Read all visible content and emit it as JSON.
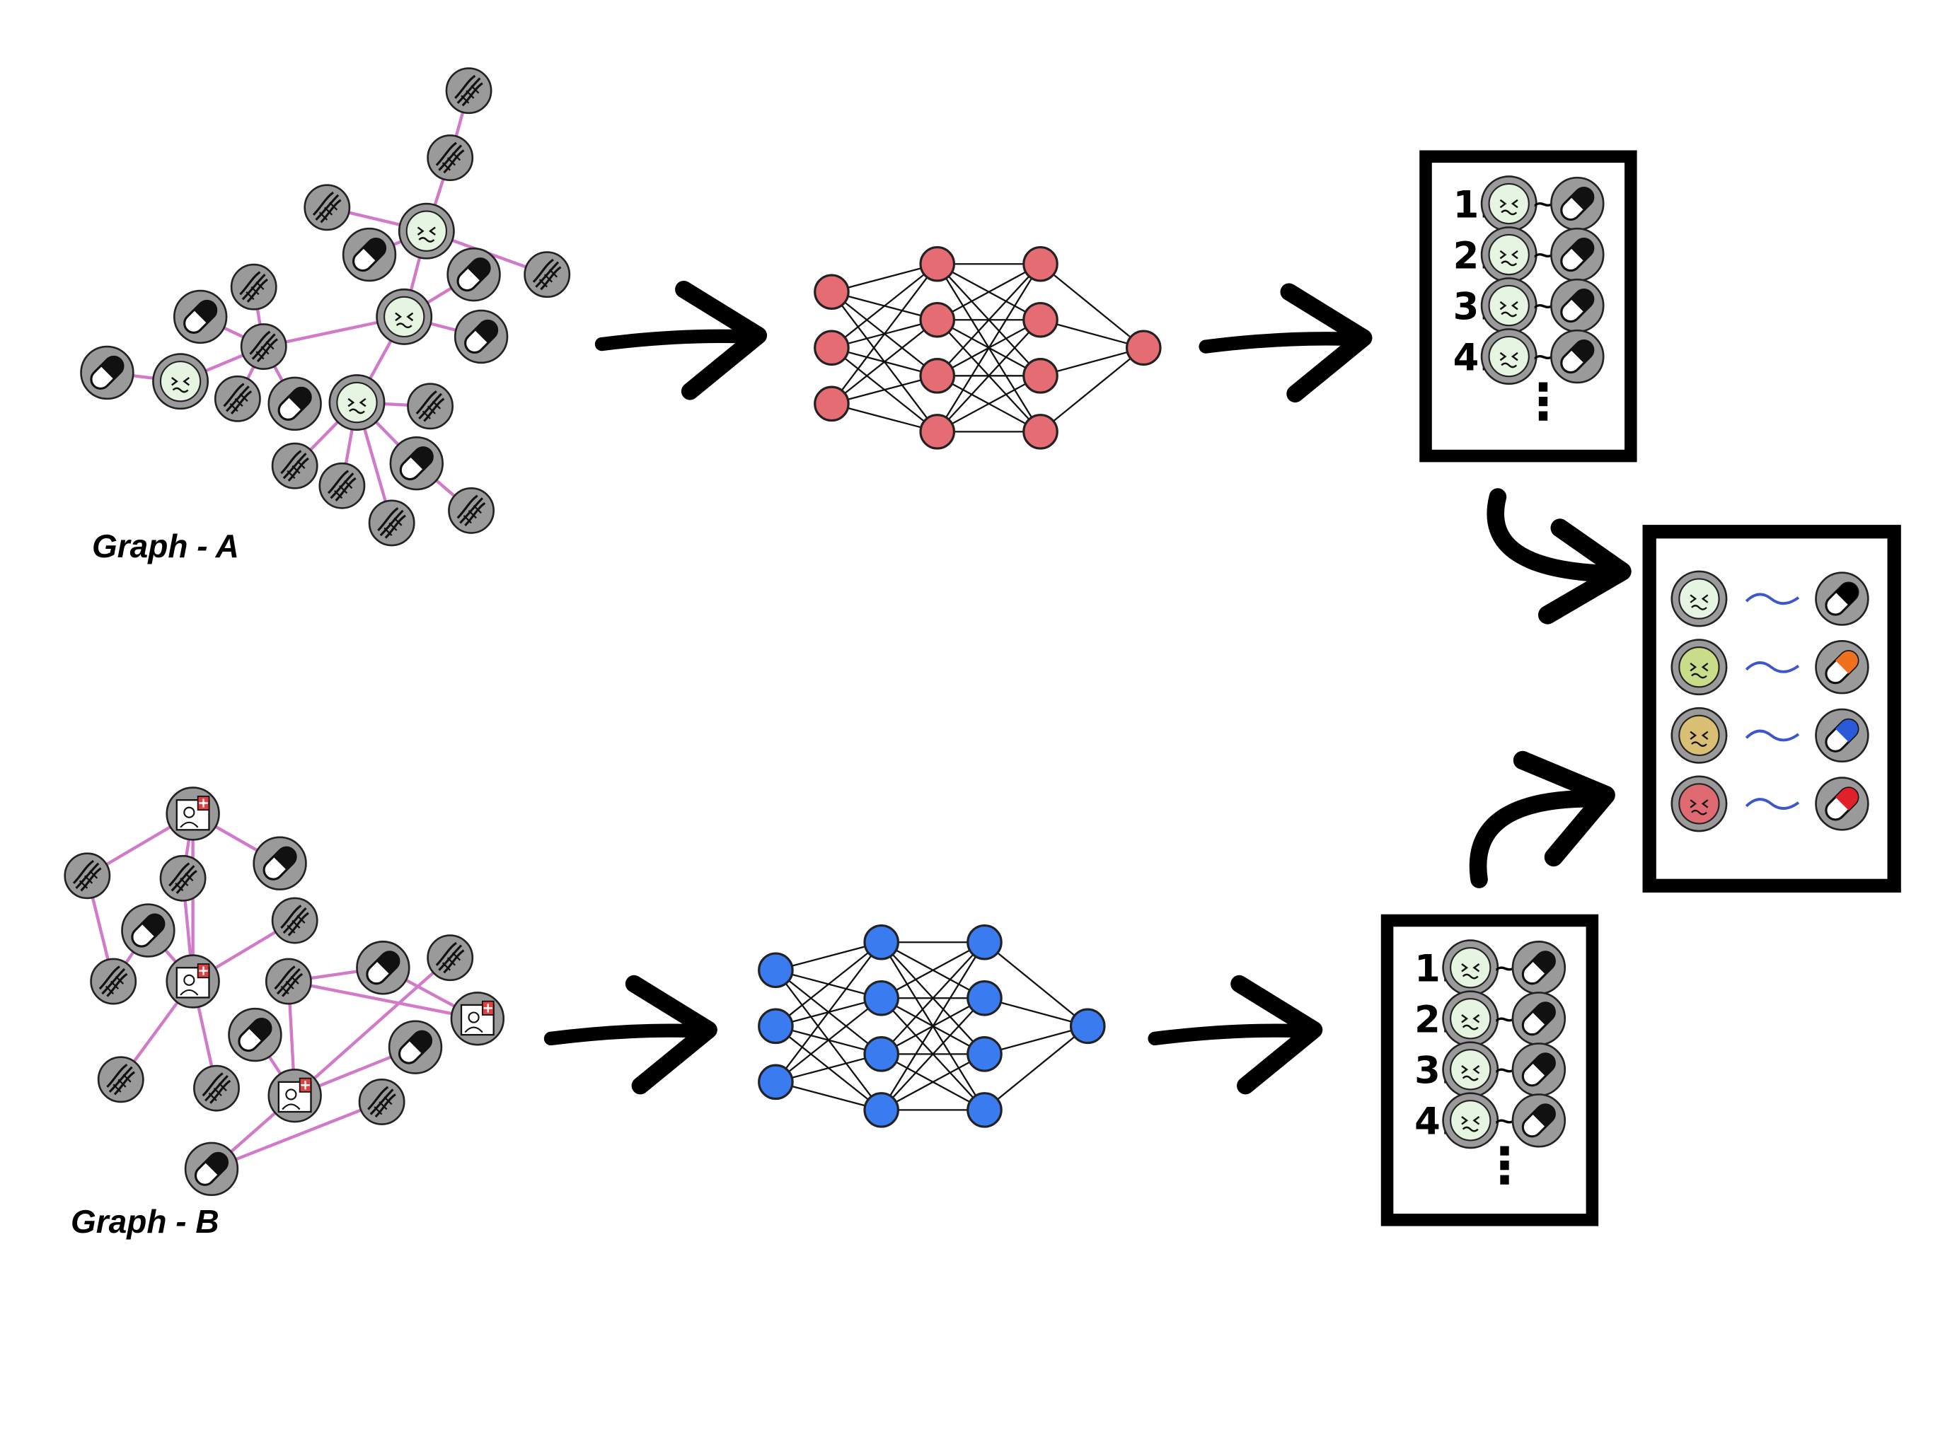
{
  "graph_a": {
    "label": "Graph - A"
  },
  "graph_b": {
    "label": "Graph - B"
  },
  "ranked_list_a": {
    "items": [
      "1.",
      "2.",
      "3.",
      "4."
    ],
    "more": "⋮"
  },
  "ranked_list_b": {
    "items": [
      "1.",
      "2.",
      "3.",
      "4."
    ],
    "more": "⋮"
  },
  "final_table": {
    "rows": [
      {
        "face": "#e6f4e2",
        "pill": "#000000"
      },
      {
        "face": "#c9dc8a",
        "pill": "#f07020"
      },
      {
        "face": "#d9bf73",
        "pill": "#2a5ad8"
      },
      {
        "face": "#df6a72",
        "pill": "#e0202a"
      }
    ]
  },
  "colors": {
    "network_a_nodes": "#e66c74",
    "network_b_nodes": "#3a7cf0",
    "graph_edges": "#d07ac8",
    "node_gray": "#9a9a9a",
    "similarity_tilde": "#3d56c9"
  }
}
